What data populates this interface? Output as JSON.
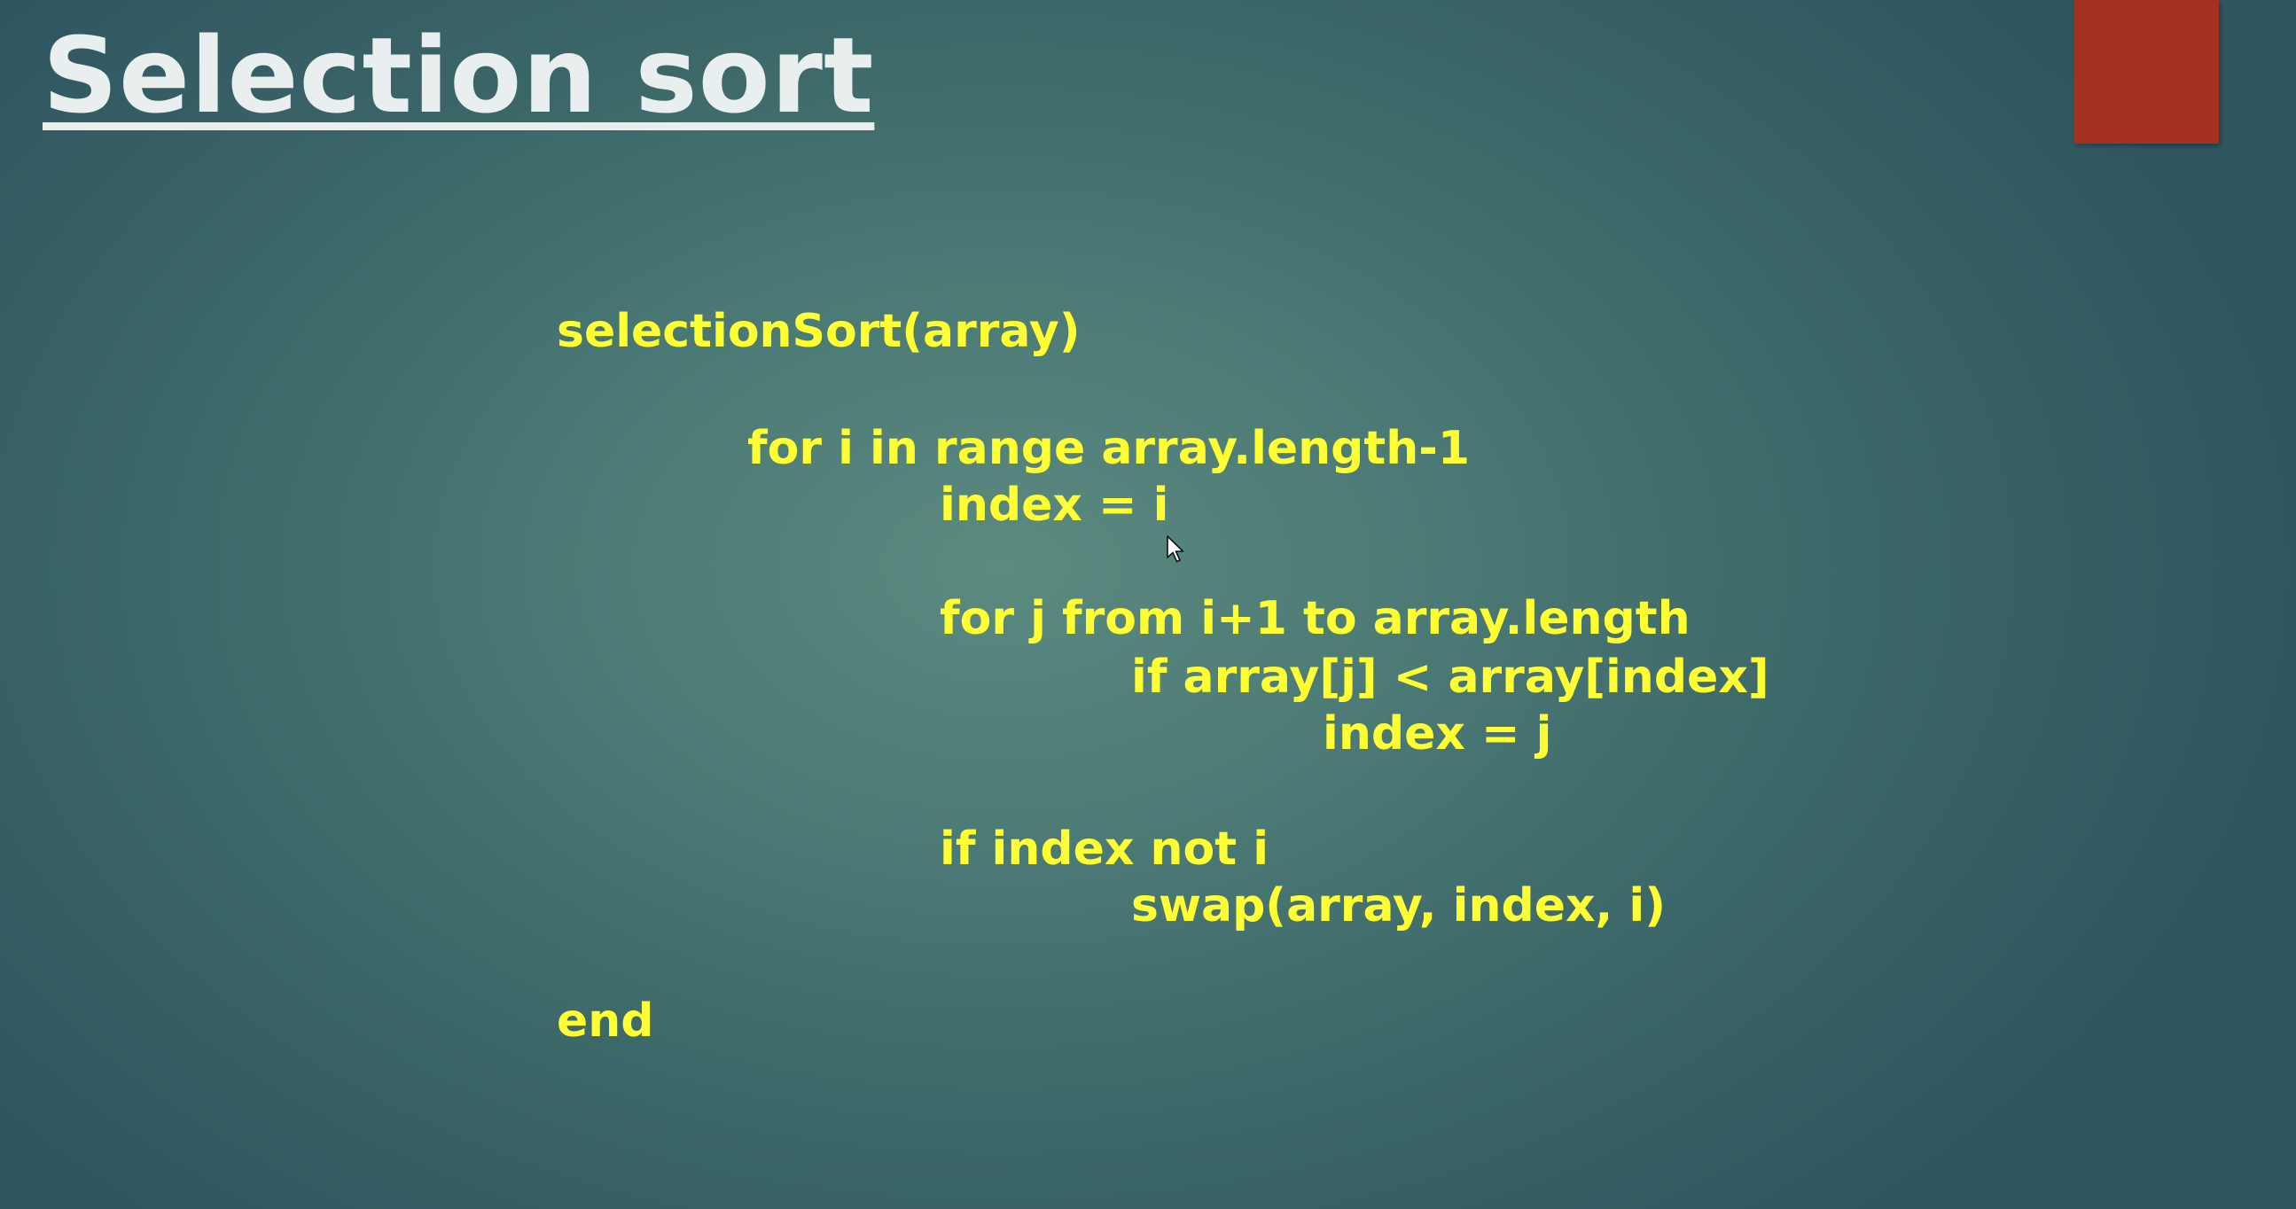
{
  "slide": {
    "title": "Selection sort",
    "accent_color": "#a33222",
    "code_color": "#ffff33",
    "code": {
      "line1": "selectionSort(array)",
      "line2": "for i in range array.length-1",
      "line3": "index = i",
      "line4": "for j from i+1 to array.length",
      "line5": "if array[j] < array[index]",
      "line6": "index = j",
      "line7": "if index not i",
      "line8": "swap(array, index, i)",
      "line9": "end"
    }
  },
  "pointer": "mouse-pointer-icon"
}
